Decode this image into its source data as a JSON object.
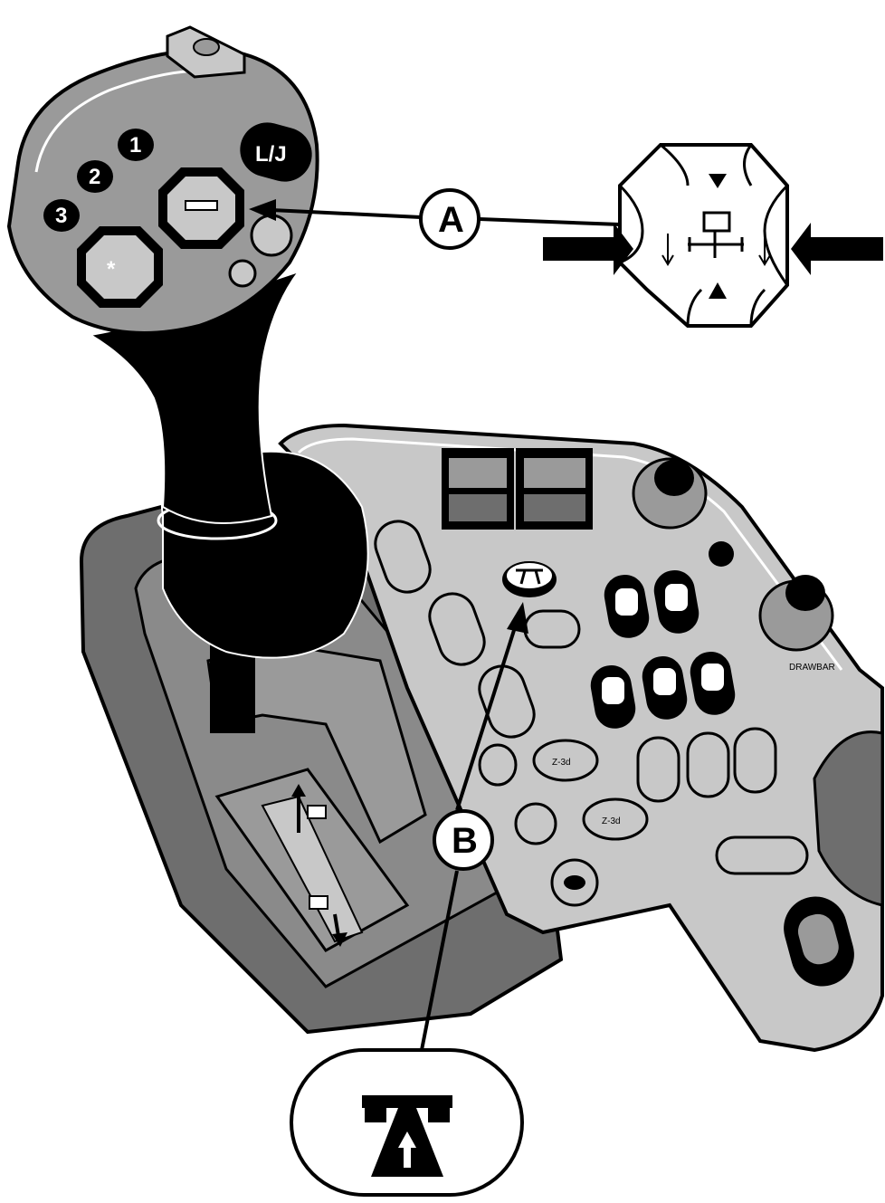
{
  "callouts": [
    {
      "id": "A",
      "label": "A"
    },
    {
      "id": "B",
      "label": "B"
    }
  ],
  "joystick": {
    "buttons": [
      {
        "label": "1"
      },
      {
        "label": "2"
      },
      {
        "label": "3"
      }
    ],
    "top_switch_label": "L/J"
  },
  "console": {
    "knob_label": "DRAWBAR",
    "speed_labels": [
      "Z-3d",
      "Z-3d"
    ]
  },
  "colors": {
    "outline": "#000000",
    "light_gray": "#c8c8c8",
    "mid_gray": "#9a9a9a",
    "dark_gray": "#6e6e6e",
    "black": "#000000",
    "white": "#ffffff"
  }
}
